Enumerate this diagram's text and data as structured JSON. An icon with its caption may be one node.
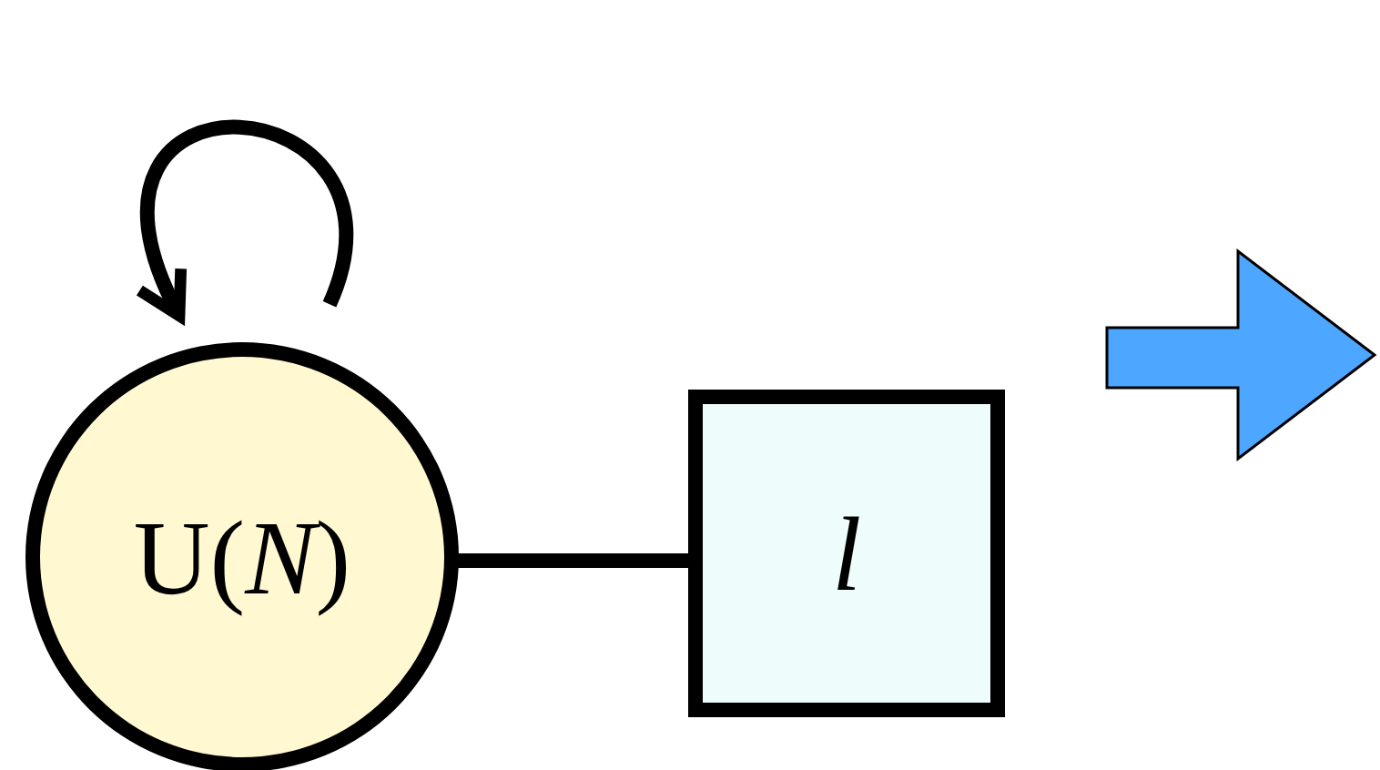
{
  "diagram": {
    "nodes": [
      {
        "text": [
          "U(*N*)"
        ]
      },
      {
        "text": [
          "l"
        ]
      }
    ],
    "edges": [
      {
        "from": 0,
        "to": 0,
        "arrow": "to"
      },
      {
        "from": 0,
        "to": 1,
        "arrow": "none"
      }
    ]
  }
}
